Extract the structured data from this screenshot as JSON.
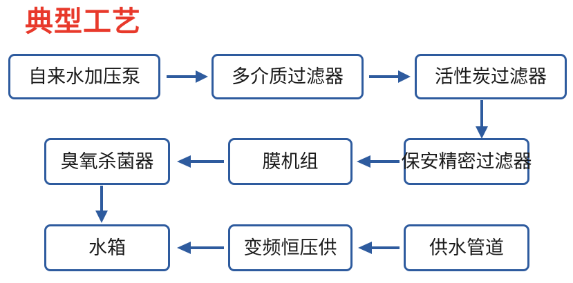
{
  "title": "典型工艺",
  "colors": {
    "title": "#e8392b",
    "box_border": "#2e5b9e",
    "box_fill": "#ffffff",
    "arrow": "#2e5b9e",
    "text": "#1a1a1a",
    "background": "#ffffff"
  },
  "flow": {
    "nodes": [
      {
        "id": "n1",
        "label": "自来水加压泵",
        "row": 1,
        "col": 1
      },
      {
        "id": "n2",
        "label": "多介质过滤器",
        "row": 1,
        "col": 2
      },
      {
        "id": "n3",
        "label": "活性炭过滤器",
        "row": 1,
        "col": 3
      },
      {
        "id": "n4",
        "label": "保安精密过滤器",
        "row": 2,
        "col": 3
      },
      {
        "id": "n5",
        "label": "膜机组",
        "row": 2,
        "col": 2
      },
      {
        "id": "n6",
        "label": "臭氧杀菌器",
        "row": 2,
        "col": 1
      },
      {
        "id": "n7",
        "label": "水箱",
        "row": 3,
        "col": 1
      },
      {
        "id": "n8",
        "label": "变频恒压供",
        "row": 3,
        "col": 2
      },
      {
        "id": "n9",
        "label": "供水管道",
        "row": 3,
        "col": 3
      }
    ],
    "edges": [
      {
        "from": "n1",
        "to": "n2",
        "direction": "right"
      },
      {
        "from": "n2",
        "to": "n3",
        "direction": "right"
      },
      {
        "from": "n3",
        "to": "n4",
        "direction": "down"
      },
      {
        "from": "n4",
        "to": "n5",
        "direction": "left"
      },
      {
        "from": "n5",
        "to": "n6",
        "direction": "left"
      },
      {
        "from": "n6",
        "to": "n7",
        "direction": "down"
      },
      {
        "from": "n9",
        "to": "n8",
        "direction": "left"
      },
      {
        "from": "n8",
        "to": "n7",
        "direction": "left"
      }
    ]
  }
}
